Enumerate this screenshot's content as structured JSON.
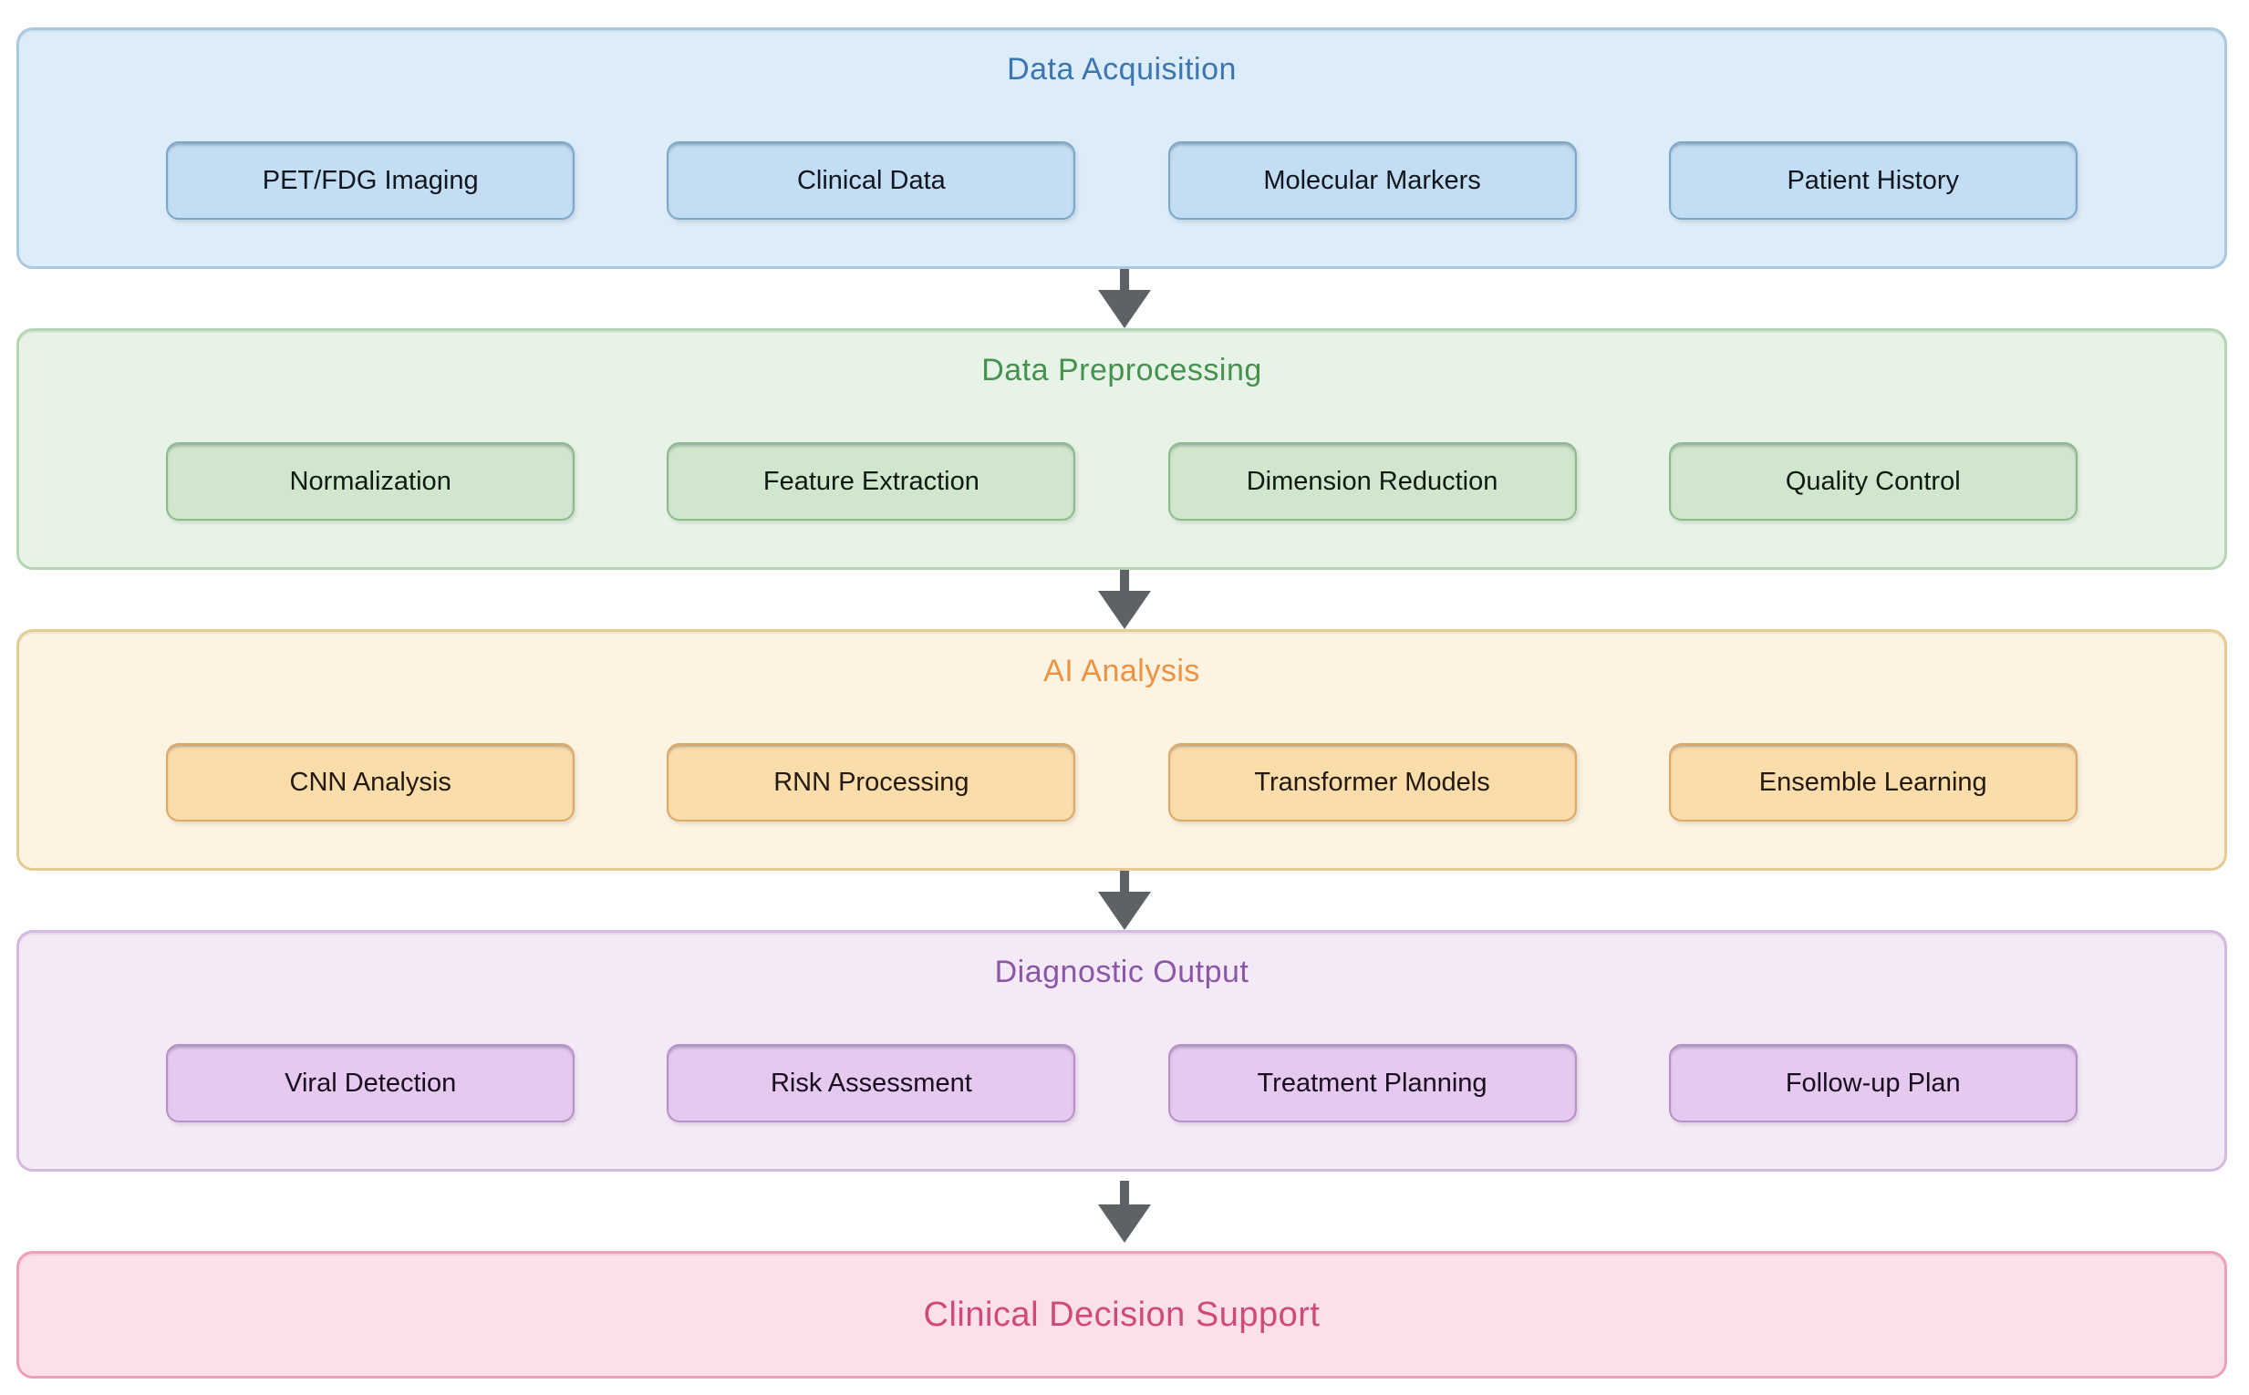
{
  "diagram": {
    "arrow_color": "#5d6266",
    "sections": [
      {
        "id": "data-acquisition",
        "title": "Data Acquisition",
        "colors": {
          "bg": "#dcecf9",
          "border": "#aac9e0",
          "title": "#3c76b0",
          "item_bg": "#c3ddf2",
          "item_border": "#7ba7cd",
          "item_text": "#10161f"
        },
        "items": [
          "PET/FDG Imaging",
          "Clinical Data",
          "Molecular Markers",
          "Patient History"
        ]
      },
      {
        "id": "data-preprocessing",
        "title": "Data Preprocessing",
        "colors": {
          "bg": "#e7f3e6",
          "border": "#b5d6b3",
          "title": "#45924f",
          "item_bg": "#d0e7cd",
          "item_border": "#8cba8c",
          "item_text": "#0f1a10"
        },
        "items": [
          "Normalization",
          "Feature Extraction",
          "Dimension Reduction",
          "Quality Control"
        ]
      },
      {
        "id": "ai-analysis",
        "title": "AI Analysis",
        "colors": {
          "bg": "#fdf3e2",
          "border": "#e5cb92",
          "title": "#ec9240",
          "item_bg": "#fbdcab",
          "item_border": "#e0a765",
          "item_text": "#231a0e"
        },
        "items": [
          "CNN Analysis",
          "RNN Processing",
          "Transformer Models",
          "Ensemble Learning"
        ]
      },
      {
        "id": "diagnostic-output",
        "title": "Diagnostic Output",
        "colors": {
          "bg": "#f4eaf7",
          "border": "#d5b9e0",
          "title": "#8a56a5",
          "item_bg": "#e5c9ee",
          "item_border": "#b990c9",
          "item_text": "#190e20"
        },
        "items": [
          "Viral Detection",
          "Risk Assessment",
          "Treatment Planning",
          "Follow-up Plan"
        ]
      },
      {
        "id": "clinical-decision-support",
        "title": "Clinical Decision Support",
        "colors": {
          "bg": "#fbdfe9",
          "border": "#ef9fb9",
          "title": "#d04a77"
        },
        "items": []
      }
    ]
  }
}
